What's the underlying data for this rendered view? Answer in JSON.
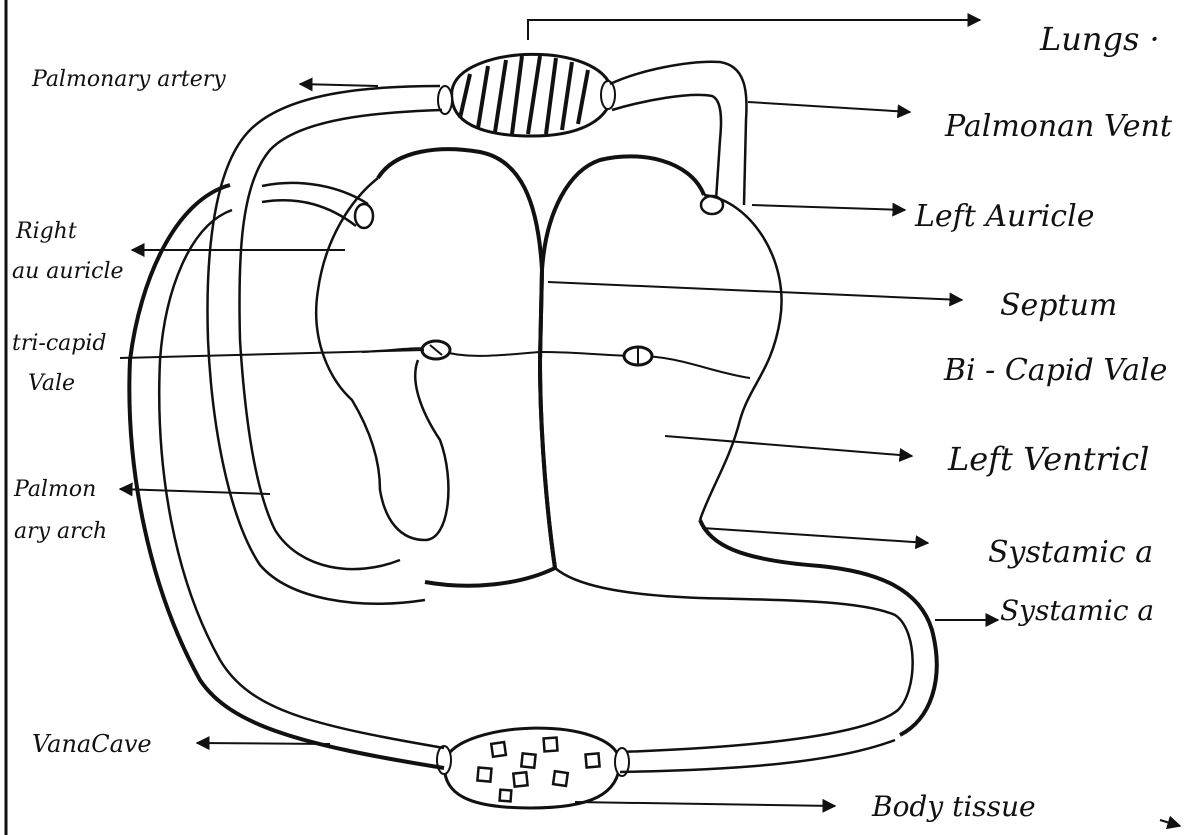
{
  "diagram": {
    "labels": {
      "lungs": "Lungs ·",
      "pulmonary_artery": "Palmonary artery",
      "pulmonary_vein": "Palmonan Vent",
      "left_auricle": "Left Auricle",
      "right_auricle_1": "Right",
      "right_auricle_2": "au auricle",
      "septum": "Septum",
      "tricuspid_1": "tri-capid",
      "tricuspid_2": "Vale",
      "bicuspid": "Bi - Capid Vale",
      "left_ventricle": "Left Ventricl",
      "pulmonary_arch_1": "Palmon",
      "pulmonary_arch_2": "ary arch",
      "systemic_arch": "Systamic a",
      "systemic_artery": "Systamic a",
      "vena_cava": "VanaCave",
      "body_tissue": "Body tissue"
    },
    "colors": {
      "ink": "#111111",
      "paper": "#ffffff"
    }
  }
}
